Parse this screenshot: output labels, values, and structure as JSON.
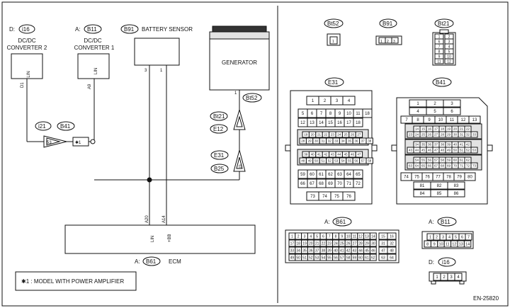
{
  "left": {
    "dcdc2": {
      "prefix": "D:",
      "conn": "i16",
      "label1": "DC/DC",
      "label2": "CONVERTER 2",
      "wire": "LIN",
      "pin": "D1"
    },
    "dcdc1": {
      "prefix": "A:",
      "conn": "B11",
      "label1": "DC/DC",
      "label2": "CONVERTER 1",
      "wire": "LIN",
      "pin": "A9"
    },
    "battery": {
      "conn": "B91",
      "label": "BATTERY SENSOR",
      "pin3": "3",
      "pin1": "1"
    },
    "generator": {
      "label": "GENERATOR",
      "pin": "1",
      "conn": "Bt52"
    },
    "joint_left": {
      "conn1": "i21",
      "conn2": "B41",
      "pin": "53",
      "note_mark": "✱1"
    },
    "joint_right_a": {
      "conn1": "Bt21",
      "conn2": "E12"
    },
    "joint_right_b": {
      "conn1": "E31",
      "conn2": "B25",
      "pin": "70"
    },
    "ecm": {
      "prefix": "A:",
      "conn": "B61",
      "label": "ECM",
      "pin_a": "A20",
      "pin_b": "A14",
      "wire_a": "LIN",
      "wire_b": "+BB"
    },
    "note": "✱1 : MODEL WITH POWER AMPLIFIER"
  },
  "right": {
    "bt52": {
      "conn": "Bt52",
      "pins": [
        "1"
      ]
    },
    "b91": {
      "conn": "B91",
      "pins": [
        "1",
        "2",
        "3"
      ]
    },
    "bt21": {
      "conn": "Bt21",
      "pins": [
        "1",
        "2",
        "3",
        "4",
        "5",
        "6",
        "7",
        "8",
        "9",
        "10",
        "11",
        "12"
      ]
    },
    "e31": {
      "conn": "E31",
      "rows": [
        [
          "1",
          "2",
          "3",
          "4"
        ],
        [
          "5",
          "6",
          "7",
          "8",
          "9",
          "10",
          "11",
          "18"
        ],
        [
          "12",
          "13",
          "14",
          "15",
          "16",
          "17",
          "18"
        ],
        [
          "19",
          "20",
          "21",
          "22",
          "23",
          "24",
          "25",
          "26",
          "27"
        ],
        [
          "28",
          "29",
          "30",
          "31",
          "32",
          "33",
          "34",
          "35",
          "36",
          "37",
          "38"
        ],
        [
          "39",
          "40",
          "41",
          "42",
          "43",
          "44",
          "45",
          "46",
          "47"
        ],
        [
          "48",
          "49",
          "50",
          "51",
          "52",
          "53",
          "54",
          "55",
          "56",
          "57",
          "58"
        ],
        [
          "59",
          "60",
          "61",
          "62",
          "63",
          "64",
          "65"
        ],
        [
          "66",
          "67",
          "68",
          "69",
          "70",
          "71",
          "72"
        ],
        [
          "73",
          "74",
          "75",
          "76"
        ]
      ]
    },
    "b41": {
      "conn": "B41",
      "rows": [
        [
          "1",
          "2",
          "3"
        ],
        [
          "4",
          "5",
          "6"
        ],
        [
          "7",
          "8",
          "9",
          "10",
          "11",
          "12",
          "13"
        ],
        [
          "14",
          "15",
          "16",
          "17",
          "18",
          "19",
          "20",
          "21",
          "22"
        ],
        [
          "23",
          "24",
          "25",
          "26",
          "27",
          "28",
          "29",
          "30",
          "31",
          "32",
          "33"
        ],
        [
          "34",
          "35",
          "36",
          "37",
          "38",
          "39",
          "40",
          "41",
          "42"
        ],
        [
          "43",
          "44",
          "45",
          "46",
          "47",
          "48",
          "49",
          "50",
          "51",
          "52",
          "53"
        ],
        [
          "54",
          "55",
          "56",
          "57",
          "58",
          "59",
          "60",
          "61",
          "62"
        ],
        [
          "63",
          "64",
          "65",
          "66",
          "67",
          "68",
          "69",
          "70",
          "71",
          "72",
          "73"
        ],
        [
          "74",
          "75",
          "76",
          "77",
          "78",
          "79",
          "80"
        ],
        [
          "81",
          "82",
          "83"
        ],
        [
          "84",
          "85",
          "86"
        ]
      ]
    },
    "b61": {
      "prefix": "A:",
      "conn": "B61",
      "rows": [
        [
          "1",
          "2",
          "3",
          "4",
          "5",
          "6",
          "7",
          "8",
          "9",
          "10",
          "11",
          "12",
          "13",
          "14",
          "15",
          "16"
        ],
        [
          "17",
          "18",
          "19",
          "20",
          "21",
          "22",
          "23",
          "24",
          "25",
          "26",
          "27",
          "28",
          "29",
          "30",
          "31",
          "32"
        ],
        [
          "33",
          "34",
          "35",
          "36",
          "37",
          "38",
          "39",
          "40",
          "41",
          "42",
          "43",
          "44",
          "45",
          "46",
          "47",
          "48"
        ],
        [
          "49",
          "50",
          "51",
          "52",
          "53",
          "54",
          "55",
          "56",
          "57",
          "58",
          "59",
          "60",
          "61",
          "62",
          "63",
          "64"
        ]
      ]
    },
    "b11": {
      "prefix": "A:",
      "conn": "B11",
      "rows": [
        [
          "1",
          "2",
          "3",
          "4",
          "5",
          "6",
          "7"
        ],
        [
          "8",
          "9",
          "10",
          "11",
          "12",
          "13",
          "14"
        ]
      ]
    },
    "i16": {
      "prefix": "D:",
      "conn": "i16",
      "pins": [
        "1",
        "2",
        "3",
        "4"
      ]
    }
  },
  "code": "EN-25820"
}
